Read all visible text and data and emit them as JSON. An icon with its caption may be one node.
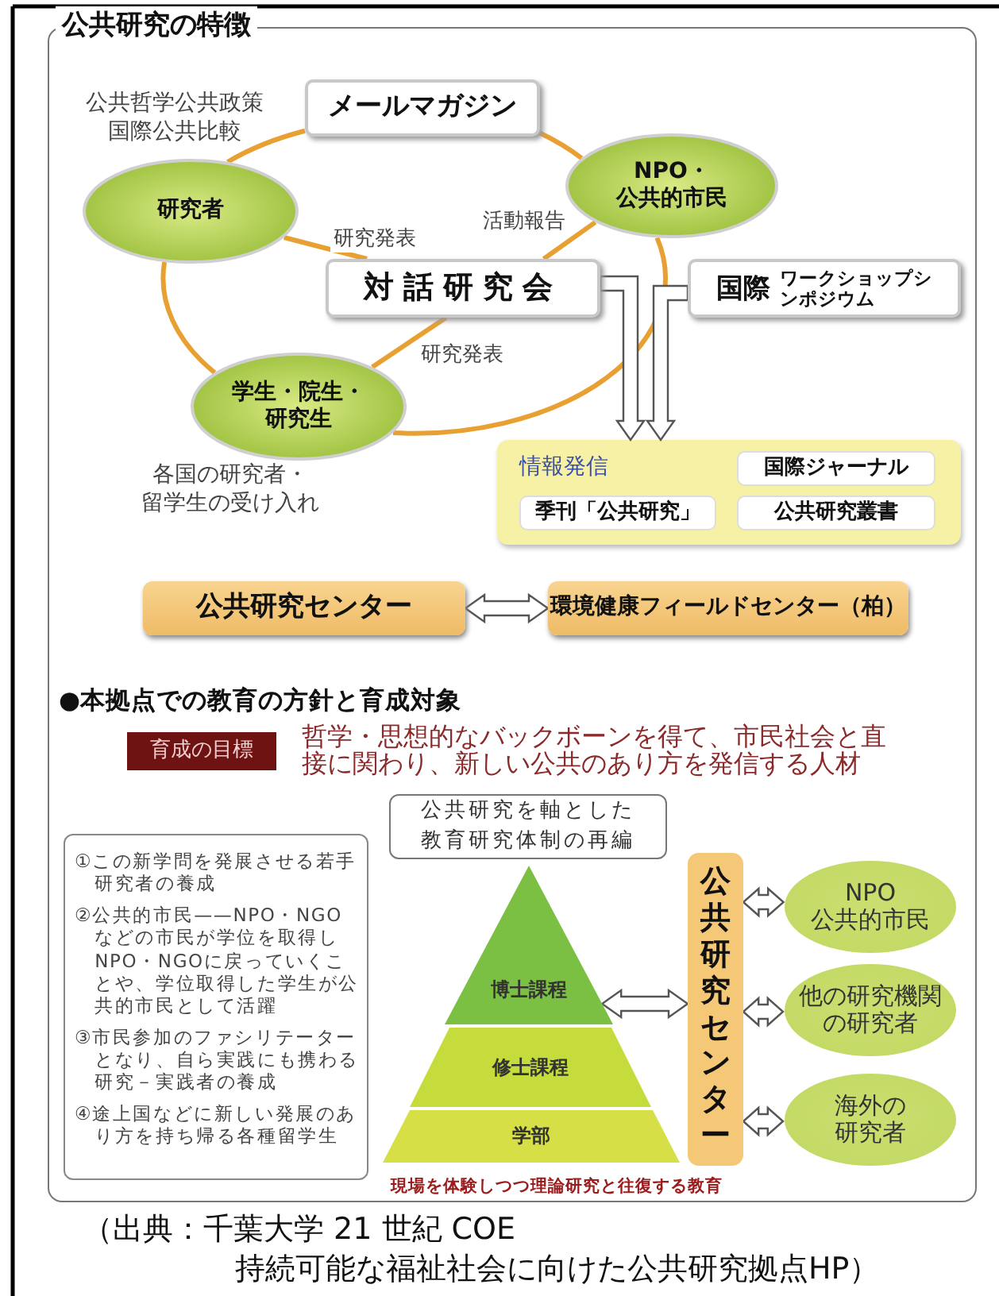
{
  "diagram": {
    "caption": "（出典：千葉大学 21 世紀 COE 持続可能な福祉社会に向けた公共研究拠点HP）",
    "nodes": [
      {
        "text": [
          "公共研究の特徴"
        ]
      },
      {
        "text": [
          "メールマガジン"
        ],
        "in": 0
      },
      {
        "text": [
          "研究者"
        ],
        "in": 0
      },
      {
        "text": [
          "NPO・公共的市民"
        ],
        "in": 0
      },
      {
        "text": [
          "対話研究会"
        ],
        "in": 0
      },
      {
        "text": [
          "国際",
          "ワークショップシンポジウム"
        ],
        "in": 0
      },
      {
        "text": [
          "学生・院生・研究生"
        ],
        "in": 0
      },
      {
        "text": [
          "情報発信"
        ],
        "in": 0
      },
      {
        "text": [
          "国際ジャーナル"
        ],
        "in": 7
      },
      {
        "text": [
          "季刊「公共研究」"
        ],
        "in": 7
      },
      {
        "text": [
          "公共研究叢書"
        ],
        "in": 7
      },
      {
        "text": [
          "公共研究センター"
        ],
        "in": 0
      },
      {
        "text": [
          "環境健康フィールドセンター（柏）"
        ],
        "in": 0
      },
      {
        "text": [
          "育成の目標"
        ],
        "in": 0
      },
      {
        "text": [
          "公共研究を軸とした教育研究体制の再編"
        ],
        "in": 0
      },
      {
        "text": [
          "①この新学問を発展させる若手研究者の養成",
          "②公共的市民——NPO・NGOなどの市民が学位を取得しNPO・NGOに戻っていくことや、学位取得した学生が公共的市民として活躍",
          "③市民参加のファシリテーターとなり、自ら実践にも携わる研究－実践者の養成",
          "④途上国などに新しい発展のあり方を持ち帰る各種留学生"
        ],
        "in": 0
      },
      {
        "text": [
          "博士課程"
        ],
        "in": 0
      },
      {
        "text": [
          "修士課程"
        ],
        "in": 0
      },
      {
        "text": [
          "学部"
        ],
        "in": 0
      },
      {
        "text": [
          "公共研究センター"
        ],
        "in": 0
      },
      {
        "text": [
          "NPO公共的市民"
        ],
        "in": 0
      },
      {
        "text": [
          "他の研究機関の研究者"
        ],
        "in": 0
      },
      {
        "text": [
          "海外の研究者"
        ],
        "in": 0
      }
    ],
    "edges": [
      {
        "from": 2,
        "to": 1,
        "arrow": "none",
        "color": "#e8a032"
      },
      {
        "from": 1,
        "to": 3,
        "arrow": "none",
        "color": "#e8a032"
      },
      {
        "from": 3,
        "to": 6,
        "arrow": "none",
        "color": "#e8a032"
      },
      {
        "from": 6,
        "to": 2,
        "arrow": "none",
        "color": "#e8a032"
      },
      {
        "from": 2,
        "to": 4,
        "arrow": "none",
        "color": "#e8a032",
        "label": "研究発表"
      },
      {
        "from": 3,
        "to": 4,
        "arrow": "none",
        "color": "#e8a032",
        "label": "活動報告"
      },
      {
        "from": 4,
        "to": 6,
        "arrow": "none",
        "color": "#e8a032",
        "label": "研究発表"
      },
      {
        "from": 4,
        "to": 7,
        "arrow": "to",
        "style": "thick"
      },
      {
        "from": 5,
        "to": 7,
        "arrow": "to",
        "style": "thick"
      },
      {
        "from": 11,
        "to": 12,
        "arrow": "both",
        "style": "thick"
      },
      {
        "from": 16,
        "to": 19,
        "arrow": "both",
        "style": "thick"
      },
      {
        "from": 19,
        "to": 20,
        "arrow": "both",
        "style": "thick"
      },
      {
        "from": 19,
        "to": 21,
        "arrow": "both",
        "style": "thick"
      },
      {
        "from": 19,
        "to": 22,
        "arrow": "both",
        "style": "thick"
      }
    ],
    "labels": [
      "公共哲学公共政策国際公共比較",
      "各国の研究者・留学生の受け入れ",
      "●本拠点での教育の方針と育成対象",
      "哲学・思想的なバックボーンを得て、市民社会と直接に関わり、新しい公共のあり方を発信する人材",
      "現場を体験しつつ理論研究と往復する教育"
    ]
  }
}
